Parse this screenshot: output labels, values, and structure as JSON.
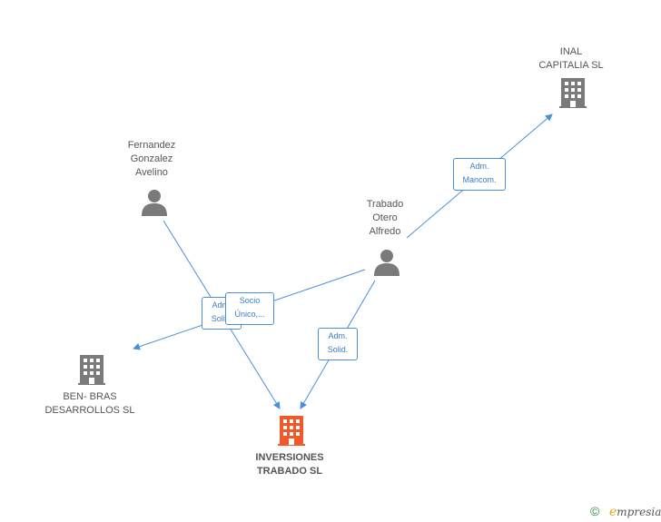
{
  "nodes": {
    "fernandez": {
      "lines": [
        "Fernandez",
        "Gonzalez",
        "Avelino"
      ],
      "type": "person"
    },
    "trabado": {
      "lines": [
        "Trabado",
        "Otero",
        "Alfredo"
      ],
      "type": "person"
    },
    "inal": {
      "lines": [
        "INAL",
        "CAPITALIA SL"
      ],
      "type": "company"
    },
    "benbras": {
      "lines": [
        "BEN- BRAS",
        "DESARROLLOS SL"
      ],
      "type": "company"
    },
    "inversiones": {
      "lines": [
        "INVERSIONES",
        "TRABADO SL"
      ],
      "type": "company-main"
    }
  },
  "edges": {
    "trabado_inal": {
      "lines": [
        "Adm.",
        "Mancom."
      ]
    },
    "fernandez_inversiones": {
      "lines": [
        "Adm.",
        "Solid."
      ]
    },
    "trabado_benbras": {
      "lines": [
        "Socio",
        "Único,..."
      ]
    },
    "trabado_inversiones": {
      "lines": [
        "Adm.",
        "Solid."
      ]
    }
  },
  "colors": {
    "edge": "#4a90d9",
    "icon": "#7a7a7a",
    "main_icon": "#f05a2a"
  },
  "footer": {
    "copyright": "©",
    "brand_initial": "e",
    "brand_rest": "mpresia"
  }
}
